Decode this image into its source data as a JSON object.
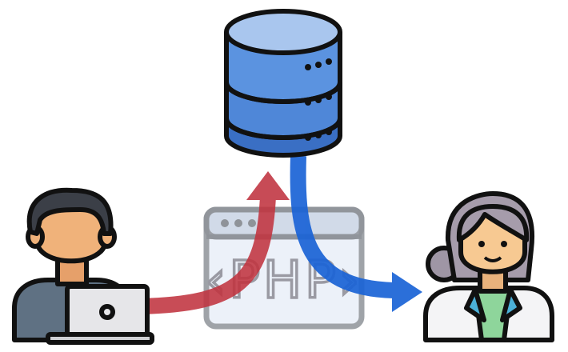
{
  "diagram": {
    "php_label": "‹PHP›",
    "nodes": [
      {
        "id": "developer",
        "icon": "developer-laptop-icon"
      },
      {
        "id": "database",
        "icon": "database-server-icon"
      },
      {
        "id": "php-window",
        "icon": "browser-window-icon"
      },
      {
        "id": "client",
        "icon": "client-woman-icon"
      }
    ],
    "flows": [
      {
        "from": "developer",
        "to": "database",
        "color": "#c0333f"
      },
      {
        "from": "database",
        "to": "client",
        "color": "#1a63d6"
      }
    ]
  }
}
